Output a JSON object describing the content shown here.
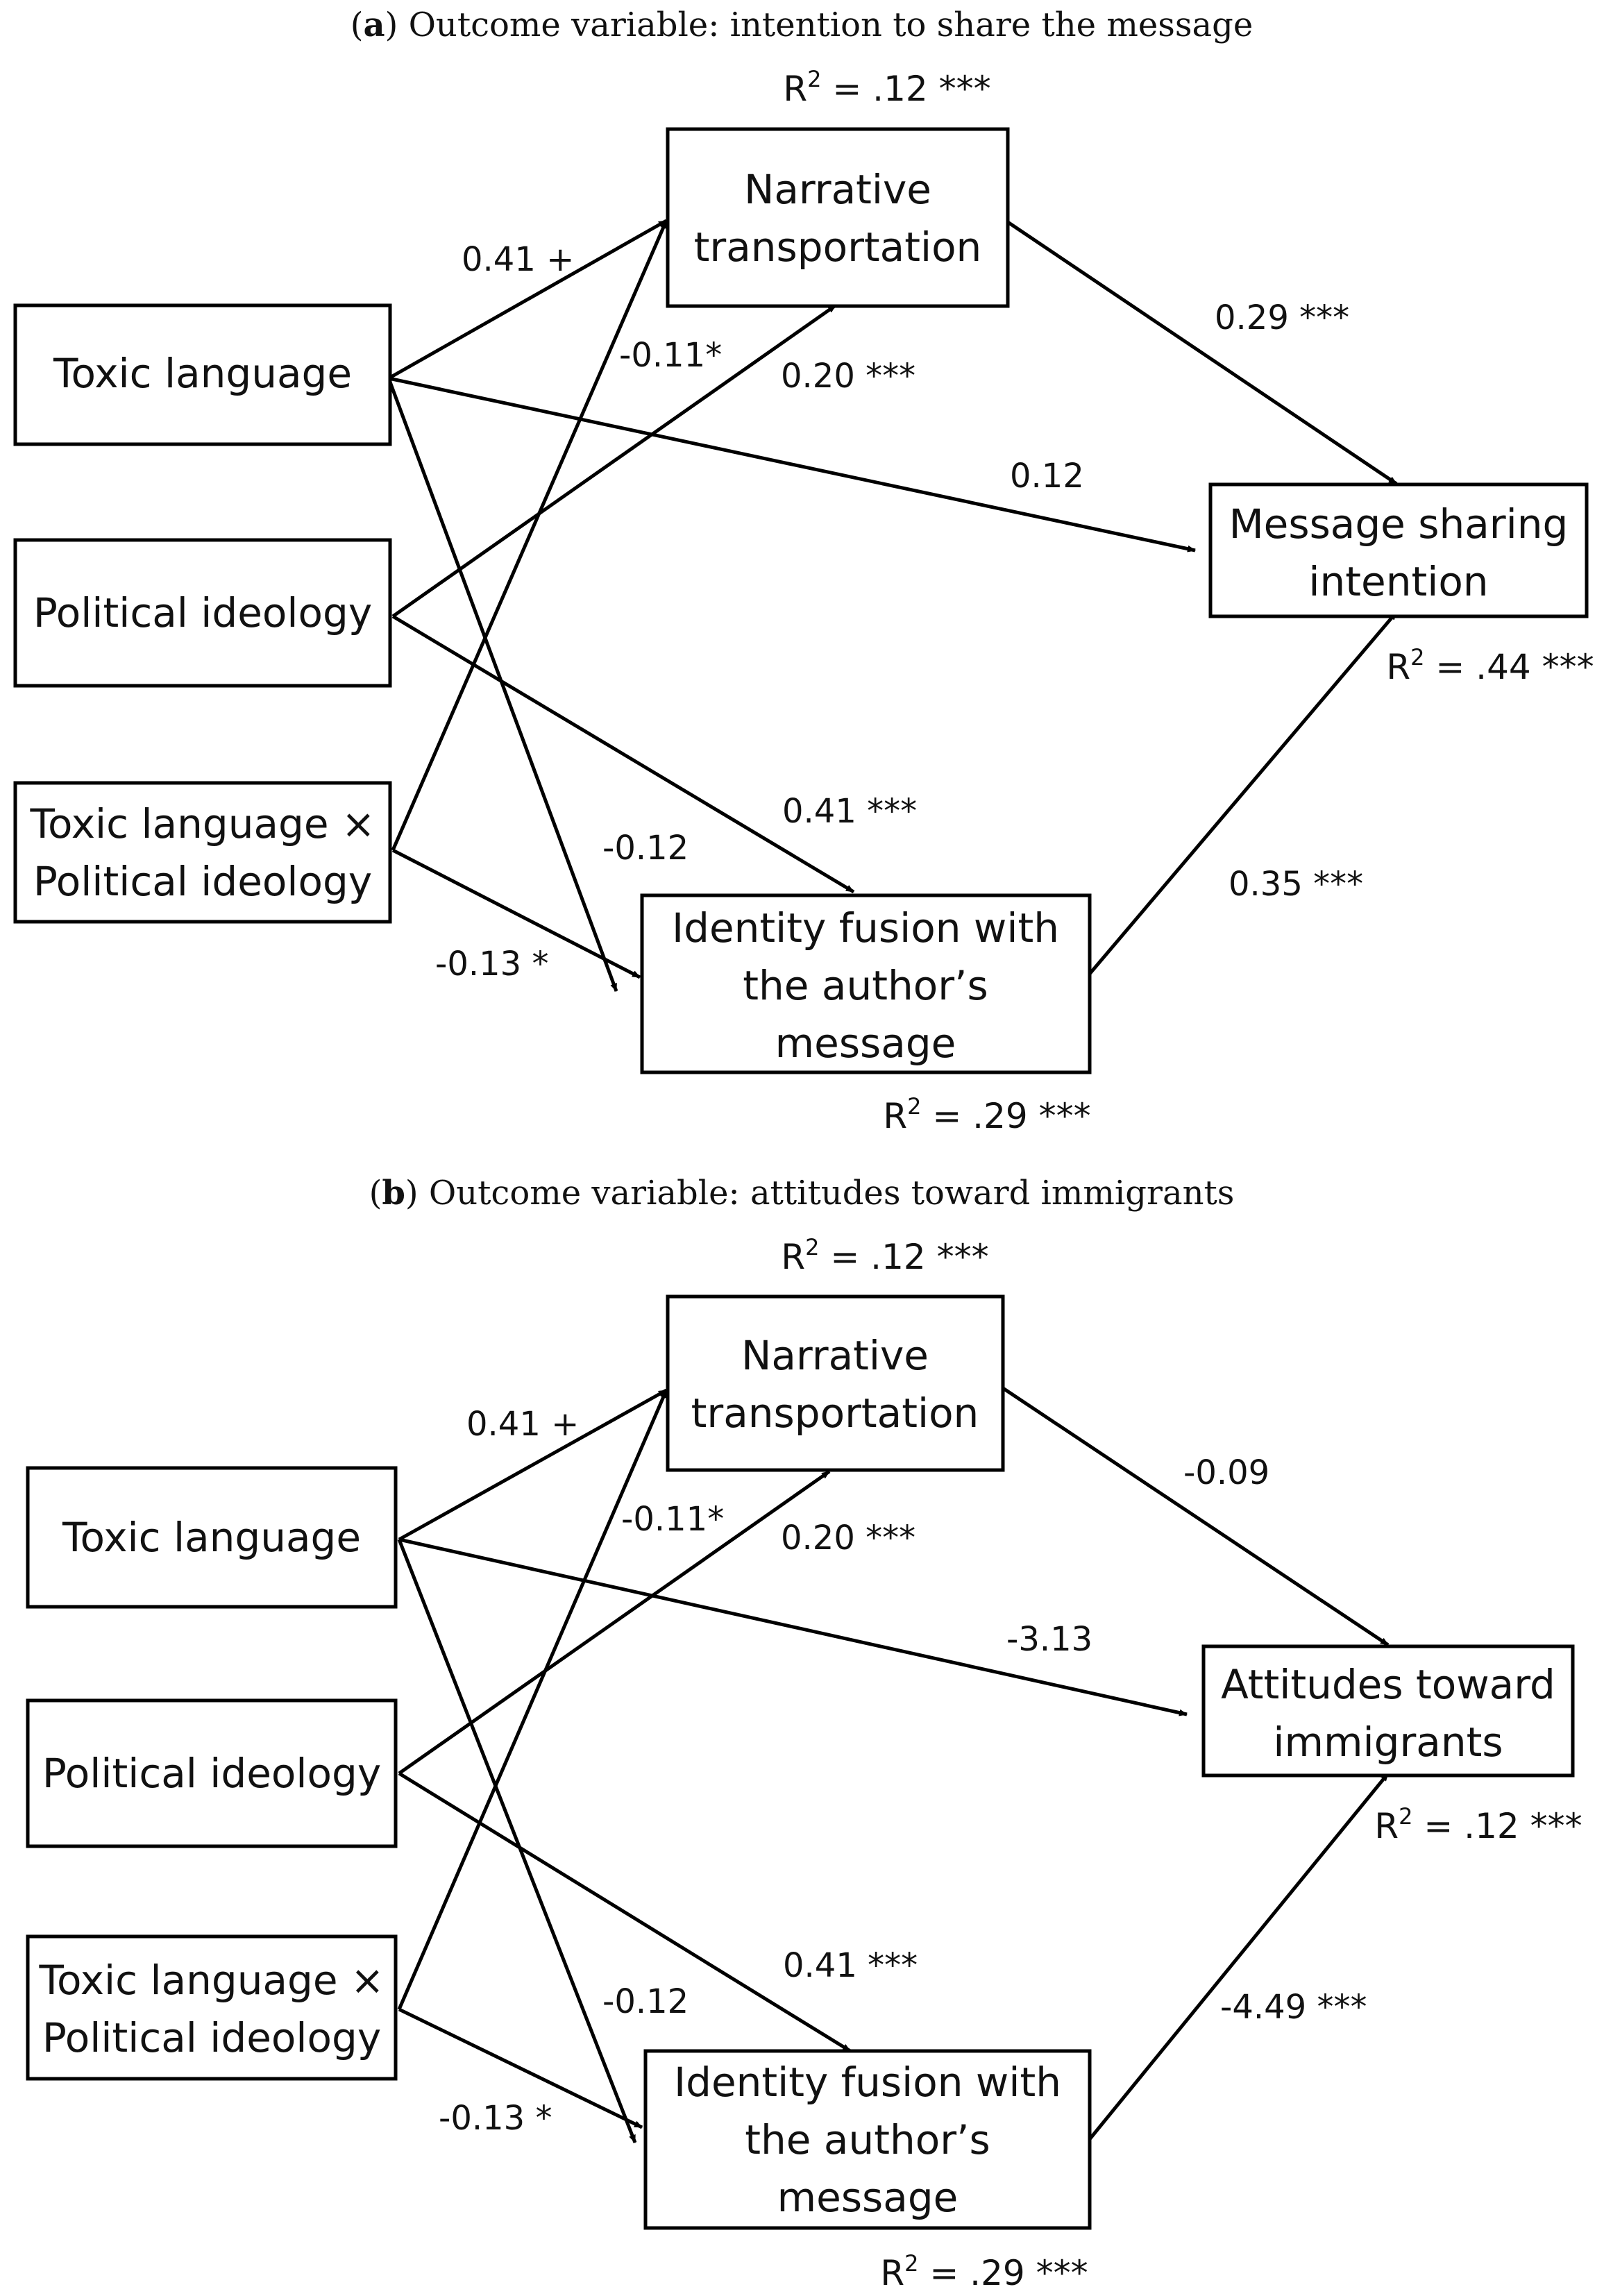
{
  "panels": [
    {
      "label": "a",
      "title": "Outcome variable: intention to share the message",
      "nodes": {
        "toxic": "Toxic language",
        "ideology": "Political ideology",
        "interaction": [
          "Toxic language ×",
          "Political ideology"
        ],
        "transport": [
          "Narrative",
          "transportation"
        ],
        "fusion": [
          "Identity fusion with",
          "the author’s",
          "message"
        ],
        "outcome": [
          "Message sharing",
          "intention"
        ]
      },
      "r2": {
        "transport": {
          "prefix": "R",
          "sup": "2",
          "value": " = .12 ***"
        },
        "outcome": {
          "prefix": "R",
          "sup": "2",
          "value": " = .44 ***"
        },
        "fusion": {
          "prefix": "R",
          "sup": "2",
          "value": " = .29 ***"
        }
      },
      "coefficients": {
        "toxic_transport": "0.41 +",
        "interaction_transport": "-0.11*",
        "ideology_transport": "0.20 ***",
        "transport_outcome": "0.29 ***",
        "toxic_outcome": "0.12",
        "ideology_fusion": "0.41 ***",
        "toxic_fusion": "-0.12",
        "interaction_fusion": "-0.13 *",
        "fusion_outcome": "0.35 ***"
      }
    },
    {
      "label": "b",
      "title": "Outcome variable: attitudes toward immigrants",
      "nodes": {
        "toxic": "Toxic language",
        "ideology": "Political ideology",
        "interaction": [
          "Toxic language ×",
          "Political ideology"
        ],
        "transport": [
          "Narrative",
          "transportation"
        ],
        "fusion": [
          "Identity fusion with",
          "the author’s",
          "message"
        ],
        "outcome": [
          "Attitudes toward",
          "immigrants"
        ]
      },
      "r2": {
        "transport": {
          "prefix": "R",
          "sup": "2",
          "value": " = .12 ***"
        },
        "outcome": {
          "prefix": "R",
          "sup": "2",
          "value": " = .12 ***"
        },
        "fusion": {
          "prefix": "R",
          "sup": "2",
          "value": " = .29 ***"
        }
      },
      "coefficients": {
        "toxic_transport": "0.41 +",
        "interaction_transport": "-0.11*",
        "ideology_transport": "0.20 ***",
        "transport_outcome": "-0.09",
        "toxic_outcome": "-3.13",
        "ideology_fusion": "0.41 ***",
        "toxic_fusion": "-0.12",
        "interaction_fusion": "-0.13 *",
        "fusion_outcome": "-4.49 ***"
      }
    }
  ]
}
